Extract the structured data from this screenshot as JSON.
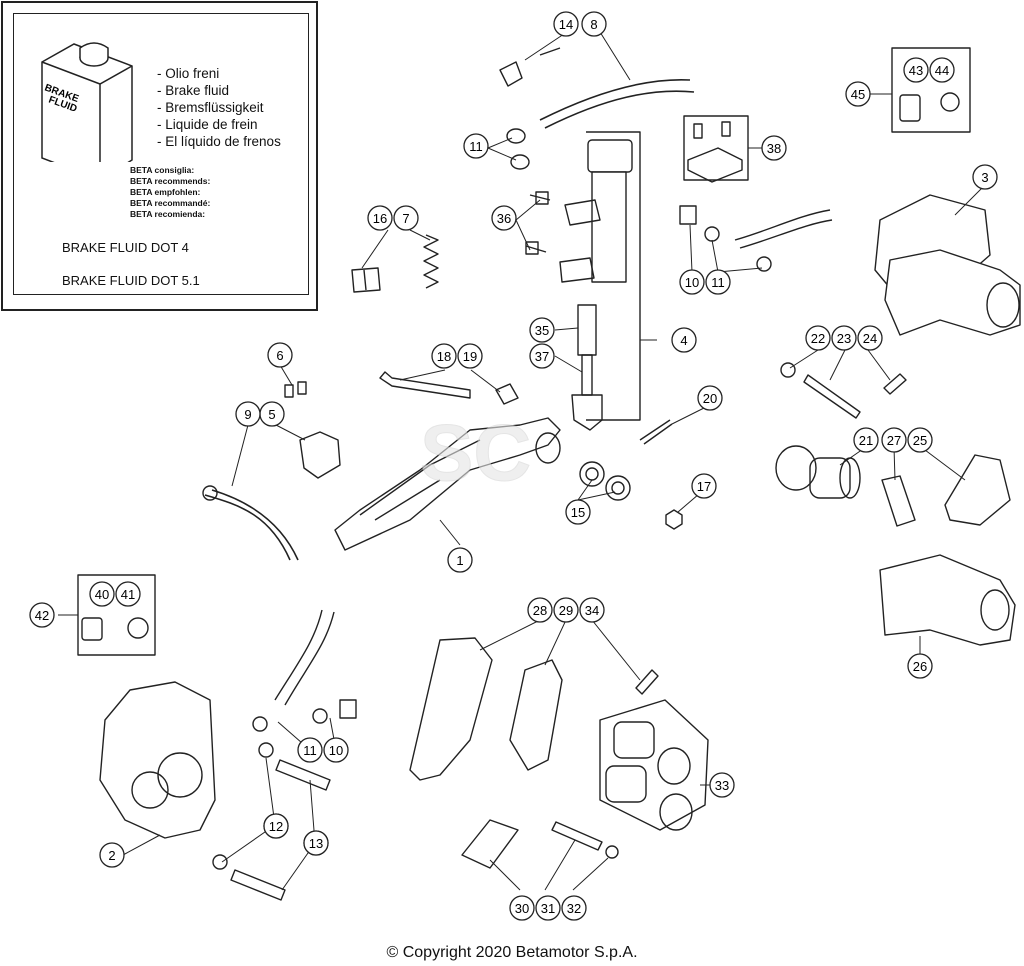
{
  "fluid_box": {
    "can_label": [
      "BRAKE",
      "FLUID"
    ],
    "languages": [
      "- Olio freni",
      "- Brake fluid",
      "- Bremsflüssigkeit",
      "- Liquide de frein",
      "- El líquido de frenos"
    ],
    "recommends": [
      "BETA consiglia:",
      "BETA recommends:",
      "BETA empfohlen:",
      "BETA recommandé:",
      "BETA recomienda:"
    ],
    "fluid_1": "BRAKE FLUID DOT 4",
    "fluid_2": "BRAKE FLUID DOT 5.1"
  },
  "callouts": [
    "1",
    "2",
    "3",
    "4",
    "5",
    "6",
    "7",
    "8",
    "9",
    "10",
    "10",
    "11",
    "11",
    "11",
    "12",
    "12",
    "13",
    "13",
    "14",
    "15",
    "16",
    "17",
    "18",
    "19",
    "20",
    "21",
    "22",
    "23",
    "24",
    "25",
    "26",
    "27",
    "28",
    "29",
    "30",
    "31",
    "32",
    "33",
    "34",
    "35",
    "36",
    "37",
    "38",
    "40",
    "41",
    "42",
    "43",
    "44",
    "45"
  ],
  "copyright": "© Copyright 2020 Betamotor S.p.A."
}
